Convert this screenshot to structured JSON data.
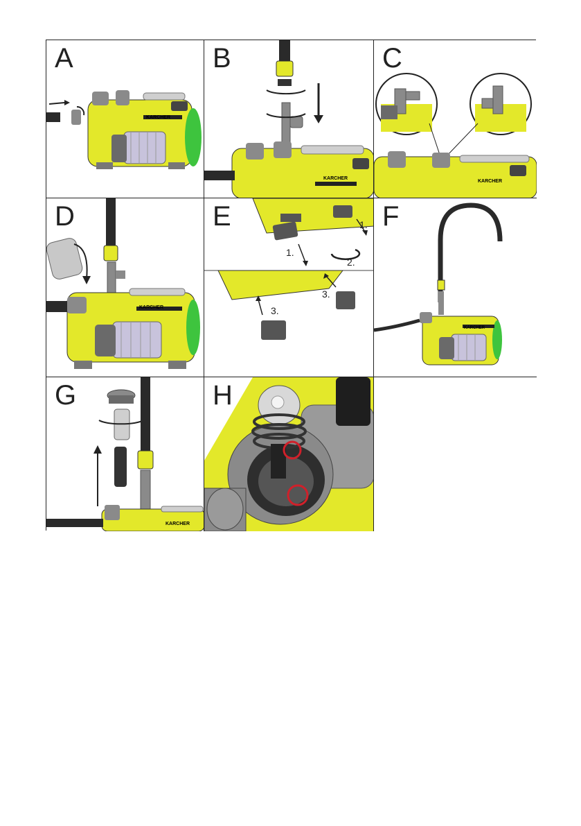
{
  "panels": [
    {
      "id": "A",
      "label": "A"
    },
    {
      "id": "B",
      "label": "B"
    },
    {
      "id": "C",
      "label": "C"
    },
    {
      "id": "D",
      "label": "D"
    },
    {
      "id": "E",
      "label": "E",
      "steps": [
        "1.",
        "1.",
        "2.",
        "3.",
        "3."
      ]
    },
    {
      "id": "F",
      "label": "F"
    },
    {
      "id": "G",
      "label": "G"
    },
    {
      "id": "H",
      "label": "H"
    },
    {
      "id": "empty",
      "label": ""
    }
  ],
  "brand_logo": "KARCHER",
  "colors": {
    "pump_yellow": "#e3e82a",
    "pump_gray": "#8a8a8a",
    "filter_lilac": "#c8c3dc",
    "accent_green": "#3ec43e",
    "marker_red": "#d0202a",
    "hose": "#2a2a2a"
  }
}
